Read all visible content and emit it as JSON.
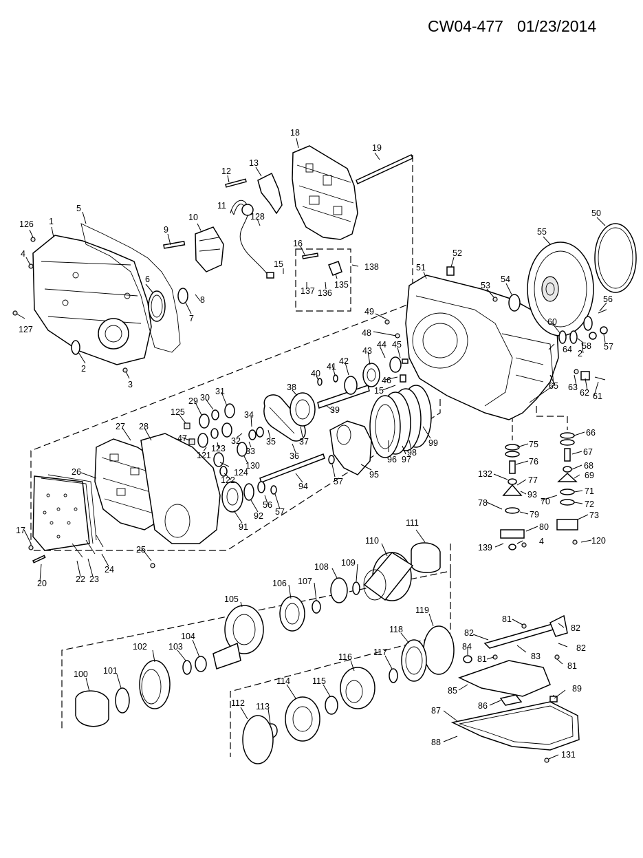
{
  "header": {
    "code": "CW04-477",
    "date": "01/23/2014"
  },
  "callouts": [
    {
      "id": "c1",
      "text": "1"
    },
    {
      "id": "c2",
      "text": "2"
    },
    {
      "id": "c3",
      "text": "3"
    },
    {
      "id": "c4",
      "text": "4"
    },
    {
      "id": "c5",
      "text": "5"
    },
    {
      "id": "c6",
      "text": "6"
    },
    {
      "id": "c7",
      "text": "7"
    },
    {
      "id": "c8",
      "text": "8"
    },
    {
      "id": "c9",
      "text": "9"
    },
    {
      "id": "c10",
      "text": "10"
    },
    {
      "id": "c11",
      "text": "11"
    },
    {
      "id": "c12",
      "text": "12"
    },
    {
      "id": "c13",
      "text": "13"
    },
    {
      "id": "c15",
      "text": "15"
    },
    {
      "id": "c16",
      "text": "16"
    },
    {
      "id": "c18",
      "text": "18"
    },
    {
      "id": "c19",
      "text": "19"
    },
    {
      "id": "c126",
      "text": "126"
    },
    {
      "id": "c127",
      "text": "127"
    },
    {
      "id": "c128",
      "text": "128"
    },
    {
      "id": "c135",
      "text": "135"
    },
    {
      "id": "c136",
      "text": "136"
    },
    {
      "id": "c137",
      "text": "137"
    },
    {
      "id": "c138",
      "text": "138"
    },
    {
      "id": "c50",
      "text": "50"
    },
    {
      "id": "c51",
      "text": "51"
    },
    {
      "id": "c52",
      "text": "52"
    },
    {
      "id": "c53",
      "text": "53"
    },
    {
      "id": "c54",
      "text": "54"
    },
    {
      "id": "c55",
      "text": "55"
    },
    {
      "id": "c56",
      "text": "56"
    },
    {
      "id": "c57a",
      "text": "57"
    },
    {
      "id": "c58",
      "text": "58"
    },
    {
      "id": "c2b",
      "text": "2"
    },
    {
      "id": "c60",
      "text": "60"
    },
    {
      "id": "c64",
      "text": "64"
    },
    {
      "id": "c65",
      "text": "65"
    },
    {
      "id": "c63",
      "text": "63"
    },
    {
      "id": "c62",
      "text": "62"
    },
    {
      "id": "c61",
      "text": "61"
    },
    {
      "id": "c49",
      "text": "49"
    },
    {
      "id": "c48",
      "text": "48"
    },
    {
      "id": "c45",
      "text": "45"
    },
    {
      "id": "c46",
      "text": "46"
    },
    {
      "id": "c15b",
      "text": "15"
    },
    {
      "id": "c44",
      "text": "44"
    },
    {
      "id": "c43",
      "text": "43"
    },
    {
      "id": "c42",
      "text": "42"
    },
    {
      "id": "c41",
      "text": "41"
    },
    {
      "id": "c40",
      "text": "40"
    },
    {
      "id": "c38",
      "text": "38"
    },
    {
      "id": "c39",
      "text": "39"
    },
    {
      "id": "c37",
      "text": "37"
    },
    {
      "id": "c36",
      "text": "36"
    },
    {
      "id": "c35",
      "text": "35"
    },
    {
      "id": "c34",
      "text": "34"
    },
    {
      "id": "c32",
      "text": "32"
    },
    {
      "id": "c33",
      "text": "33"
    },
    {
      "id": "c31",
      "text": "31"
    },
    {
      "id": "c30",
      "text": "30"
    },
    {
      "id": "c29",
      "text": "29"
    },
    {
      "id": "c125",
      "text": "125"
    },
    {
      "id": "c47",
      "text": "47"
    },
    {
      "id": "c121",
      "text": "121"
    },
    {
      "id": "c123",
      "text": "123"
    },
    {
      "id": "c122",
      "text": "122"
    },
    {
      "id": "c124",
      "text": "124"
    },
    {
      "id": "c130",
      "text": "130"
    },
    {
      "id": "c96",
      "text": "96"
    },
    {
      "id": "c97",
      "text": "97"
    },
    {
      "id": "c98",
      "text": "98"
    },
    {
      "id": "c99",
      "text": "99"
    },
    {
      "id": "c95",
      "text": "95"
    },
    {
      "id": "c57b",
      "text": "57"
    },
    {
      "id": "c94",
      "text": "94"
    },
    {
      "id": "c56b",
      "text": "56"
    },
    {
      "id": "c57c",
      "text": "57"
    },
    {
      "id": "c92",
      "text": "92"
    },
    {
      "id": "c91",
      "text": "91"
    },
    {
      "id": "c27",
      "text": "27"
    },
    {
      "id": "c28",
      "text": "28"
    },
    {
      "id": "c26",
      "text": "26"
    },
    {
      "id": "c17",
      "text": "17"
    },
    {
      "id": "c20",
      "text": "20"
    },
    {
      "id": "c22",
      "text": "22"
    },
    {
      "id": "c23",
      "text": "23"
    },
    {
      "id": "c24",
      "text": "24"
    },
    {
      "id": "c25",
      "text": "25"
    },
    {
      "id": "c75",
      "text": "75"
    },
    {
      "id": "c76",
      "text": "76"
    },
    {
      "id": "c132",
      "text": "132"
    },
    {
      "id": "c77",
      "text": "77"
    },
    {
      "id": "c93",
      "text": "93"
    },
    {
      "id": "c78",
      "text": "78"
    },
    {
      "id": "c79",
      "text": "79"
    },
    {
      "id": "c80",
      "text": "80"
    },
    {
      "id": "c139",
      "text": "139"
    },
    {
      "id": "c4b",
      "text": "4"
    },
    {
      "id": "c66",
      "text": "66"
    },
    {
      "id": "c67",
      "text": "67"
    },
    {
      "id": "c68",
      "text": "68"
    },
    {
      "id": "c69",
      "text": "69"
    },
    {
      "id": "c70",
      "text": "70"
    },
    {
      "id": "c71",
      "text": "71"
    },
    {
      "id": "c72",
      "text": "72"
    },
    {
      "id": "c73",
      "text": "73"
    },
    {
      "id": "c120",
      "text": "120"
    },
    {
      "id": "c111",
      "text": "111"
    },
    {
      "id": "c110",
      "text": "110"
    },
    {
      "id": "c109",
      "text": "109"
    },
    {
      "id": "c108",
      "text": "108"
    },
    {
      "id": "c107",
      "text": "107"
    },
    {
      "id": "c106",
      "text": "106"
    },
    {
      "id": "c105",
      "text": "105"
    },
    {
      "id": "c104",
      "text": "104"
    },
    {
      "id": "c103",
      "text": "103"
    },
    {
      "id": "c102",
      "text": "102"
    },
    {
      "id": "c101",
      "text": "101"
    },
    {
      "id": "c100",
      "text": "100"
    },
    {
      "id": "c119",
      "text": "119"
    },
    {
      "id": "c118",
      "text": "118"
    },
    {
      "id": "c117",
      "text": "117"
    },
    {
      "id": "c116",
      "text": "116"
    },
    {
      "id": "c115",
      "text": "115"
    },
    {
      "id": "c114",
      "text": "114"
    },
    {
      "id": "c113",
      "text": "113"
    },
    {
      "id": "c112",
      "text": "112"
    },
    {
      "id": "c81a",
      "text": "81"
    },
    {
      "id": "c82a",
      "text": "82"
    },
    {
      "id": "c82b",
      "text": "82"
    },
    {
      "id": "c82c",
      "text": "82"
    },
    {
      "id": "c84",
      "text": "84"
    },
    {
      "id": "c83",
      "text": "83"
    },
    {
      "id": "c81b",
      "text": "81"
    },
    {
      "id": "c81c",
      "text": "81"
    },
    {
      "id": "c85",
      "text": "85"
    },
    {
      "id": "c86",
      "text": "86"
    },
    {
      "id": "c89",
      "text": "89"
    },
    {
      "id": "c87",
      "text": "87"
    },
    {
      "id": "c88",
      "text": "88"
    },
    {
      "id": "c131",
      "text": "131"
    }
  ]
}
